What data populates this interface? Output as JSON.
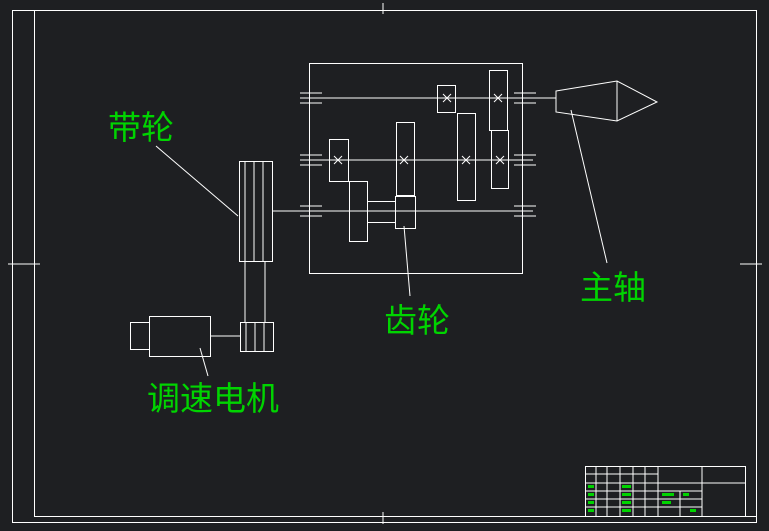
{
  "labels": {
    "belt_pulley": "带轮",
    "spindle": "主轴",
    "gear": "齿轮",
    "motor": "调速电机"
  },
  "colors": {
    "background": "#1e1f22",
    "lines": "#ffffff",
    "labels": "#00d400",
    "title_block_marks": "#00d400"
  }
}
